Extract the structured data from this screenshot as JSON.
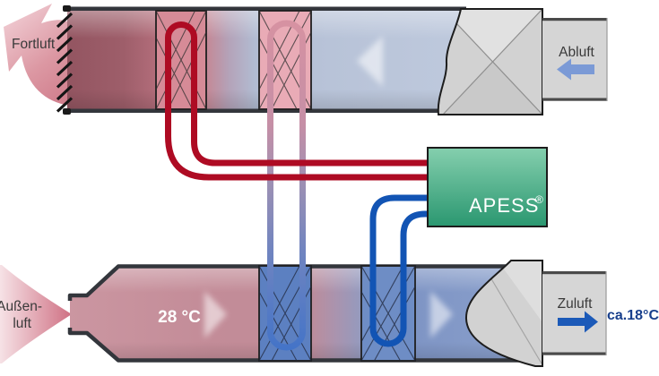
{
  "labels": {
    "fortluft": "Fortluft",
    "abluft": "Abluft",
    "aussenluft_line1": "Außen-",
    "aussenluft_line2": "luft",
    "zuluft": "Zuluft"
  },
  "temperatures": {
    "outside_air": "28 °C",
    "supply_air": "ca.18°C"
  },
  "apess": {
    "name": "APESS",
    "registered_mark": "®"
  },
  "colors": {
    "hot_pipe_red": "#ae0b23",
    "cold_pipe_blue": "#1254b4",
    "extract_arrow_blue": "#7b9ad6",
    "supply_arrow_blue": "#1c5ab8",
    "supply_temp_text": "#183f8c",
    "apess_green_top": "#85cfae",
    "apess_green_bottom": "#2a9770"
  }
}
